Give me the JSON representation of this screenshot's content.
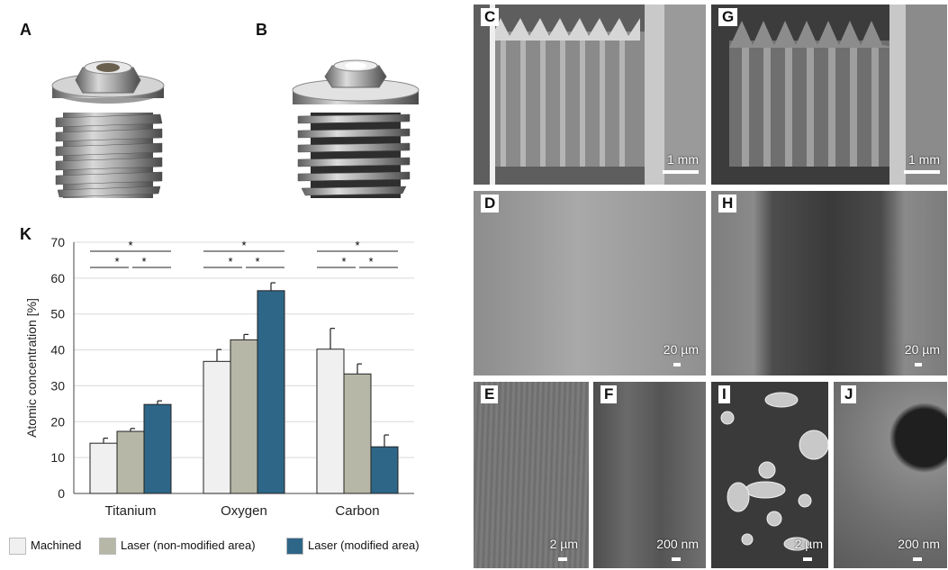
{
  "panel_labels": {
    "A": "A",
    "B": "B",
    "K": "K"
  },
  "sem_panels": [
    {
      "id": "C",
      "label": "C",
      "scale": "1 mm"
    },
    {
      "id": "G",
      "label": "G",
      "scale": "1 mm"
    },
    {
      "id": "D",
      "label": "D",
      "scale": "20 µm"
    },
    {
      "id": "H",
      "label": "H",
      "scale": "20 µm"
    },
    {
      "id": "E",
      "label": "E",
      "scale": "2 µm"
    },
    {
      "id": "F",
      "label": "F",
      "scale": "200 nm"
    },
    {
      "id": "I",
      "label": "I",
      "scale": "2 µm"
    },
    {
      "id": "J",
      "label": "J",
      "scale": "200 nm"
    }
  ],
  "colors": {
    "machined": "#f0f0f0",
    "laser_non_modified": "#b7b7a7",
    "laser_modified": "#2e6688"
  },
  "chart_data": {
    "type": "bar",
    "title": "",
    "xlabel": "",
    "ylabel": "Atomic concentration [%]",
    "ylim": [
      0,
      70
    ],
    "yticks": [
      0,
      10,
      20,
      30,
      40,
      50,
      60,
      70
    ],
    "categories": [
      "Titanium",
      "Oxygen",
      "Carbon"
    ],
    "series": [
      {
        "name": "Machined",
        "values": [
          14,
          36.8,
          40.2
        ],
        "errors": [
          1.4,
          3.3,
          5.8
        ]
      },
      {
        "name": "Laser (non-modified area)",
        "values": [
          17.3,
          42.8,
          33.3
        ],
        "errors": [
          0.8,
          1.5,
          2.8
        ]
      },
      {
        "name": "Laser (modified area)",
        "values": [
          24.8,
          56.5,
          13
        ],
        "errors": [
          1,
          2.2,
          3.3
        ]
      }
    ],
    "significance_marker": "*",
    "grid": true,
    "legend_position": "bottom"
  }
}
